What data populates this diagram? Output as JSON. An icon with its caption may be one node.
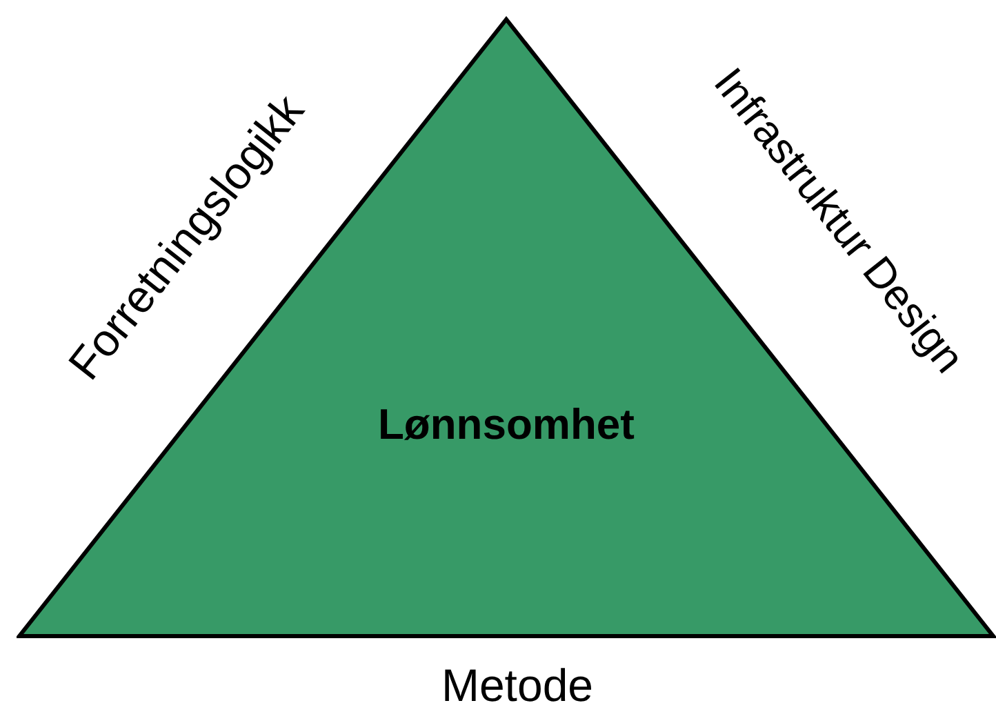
{
  "diagram": {
    "nodes": [
      {
        "text": [
          "Lønnsomhet"
        ]
      }
    ],
    "labels": [
      "Forretningslogikk",
      "Infrastruktur Design",
      "Metode"
    ]
  }
}
